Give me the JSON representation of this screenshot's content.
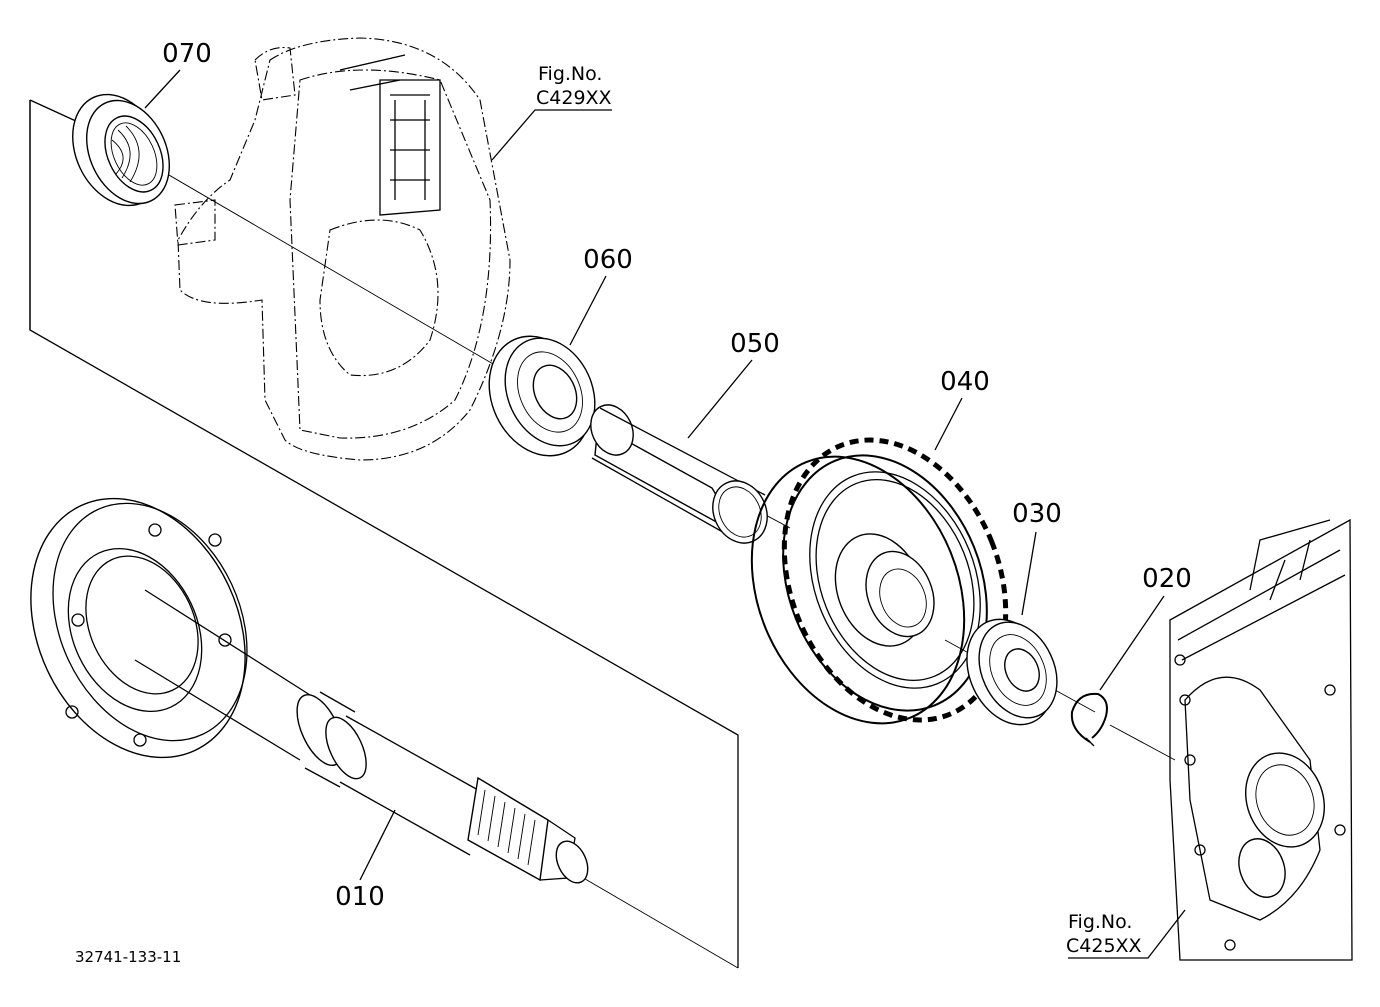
{
  "diagram": {
    "parts": [
      {
        "id": "p010",
        "label": "010"
      },
      {
        "id": "p020",
        "label": "020"
      },
      {
        "id": "p030",
        "label": "030"
      },
      {
        "id": "p040",
        "label": "040"
      },
      {
        "id": "p050",
        "label": "050"
      },
      {
        "id": "p060",
        "label": "060"
      },
      {
        "id": "p070",
        "label": "070"
      }
    ],
    "references": [
      {
        "line1": "Fig.No.",
        "line2": "C429XX"
      },
      {
        "line1": "Fig.No.",
        "line2": "C425XX"
      }
    ],
    "drawing_code": "32741-133-11"
  }
}
